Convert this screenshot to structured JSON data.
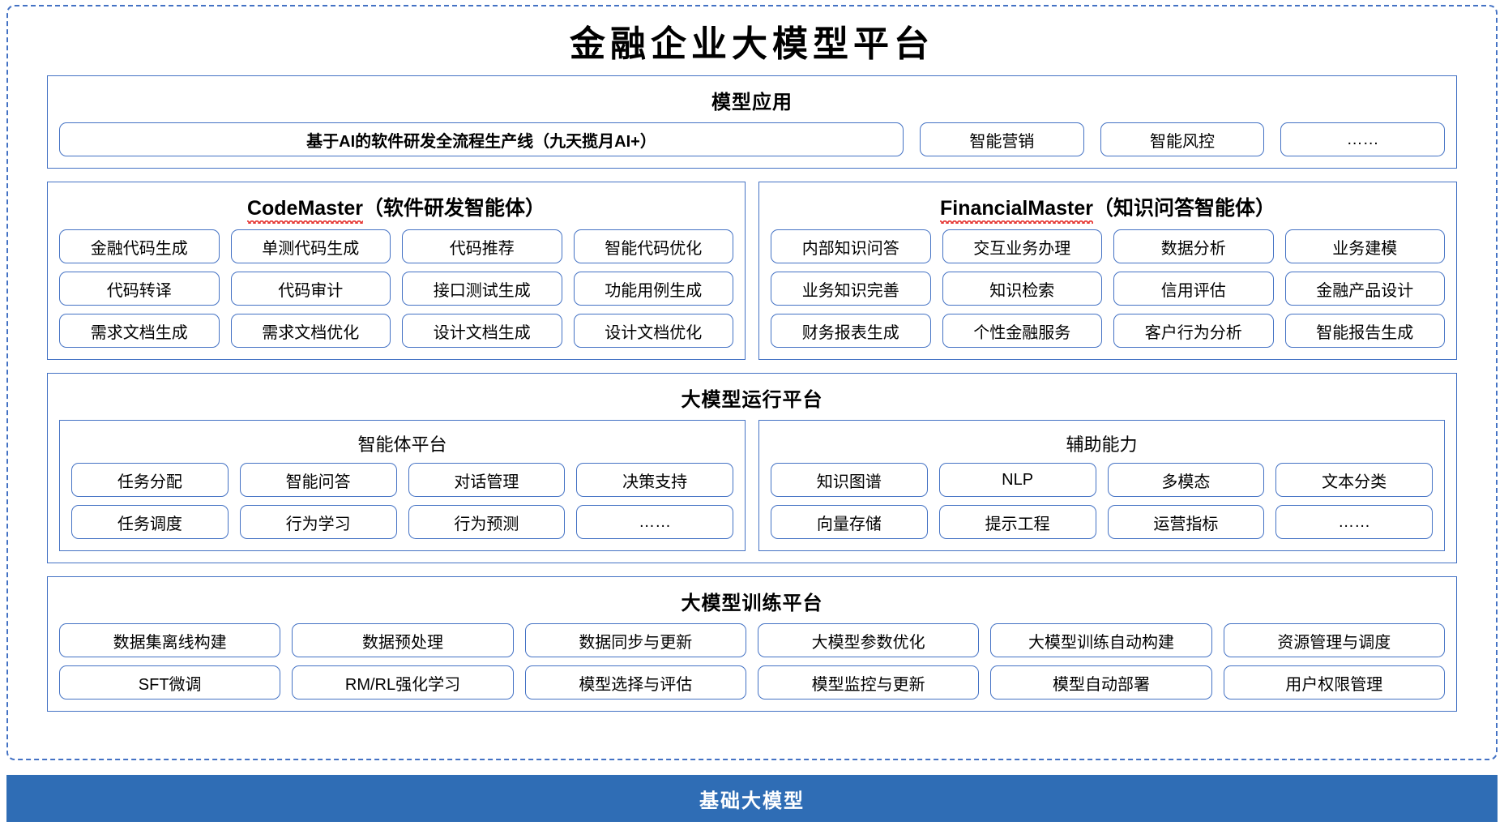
{
  "title": "金融企业大模型平台",
  "base_band": {
    "label": "基础大模型",
    "color": "#2f6db5"
  },
  "accent_color": "#4472c4",
  "sections": {
    "application": {
      "title": "模型应用",
      "main_item": "基于AI的软件研发全流程生产线（九天揽月AI+）",
      "items": [
        "智能营销",
        "智能风控",
        "……"
      ]
    },
    "code_master": {
      "name": "CodeMaster",
      "suffix": "（软件研发智能体）",
      "rows": [
        [
          "金融代码生成",
          "单测代码生成",
          "代码推荐",
          "智能代码优化"
        ],
        [
          "代码转译",
          "代码审计",
          "接口测试生成",
          "功能用例生成"
        ],
        [
          "需求文档生成",
          "需求文档优化",
          "设计文档生成",
          "设计文档优化"
        ]
      ]
    },
    "financial_master": {
      "name": "FinancialMaster",
      "suffix": "（知识问答智能体）",
      "rows": [
        [
          "内部知识问答",
          "交互业务办理",
          "数据分析",
          "业务建模"
        ],
        [
          "业务知识完善",
          "知识检索",
          "信用评估",
          "金融产品设计"
        ],
        [
          "财务报表生成",
          "个性金融服务",
          "客户行为分析",
          "智能报告生成"
        ]
      ]
    },
    "runtime": {
      "title": "大模型运行平台",
      "agent_platform": {
        "title": "智能体平台",
        "rows": [
          [
            "任务分配",
            "智能问答",
            "对话管理",
            "决策支持"
          ],
          [
            "任务调度",
            "行为学习",
            "行为预测",
            "……"
          ]
        ]
      },
      "assist_capability": {
        "title": "辅助能力",
        "rows": [
          [
            "知识图谱",
            "NLP",
            "多模态",
            "文本分类"
          ],
          [
            "向量存储",
            "提示工程",
            "运营指标",
            "……"
          ]
        ]
      }
    },
    "training": {
      "title": "大模型训练平台",
      "rows": [
        [
          "数据集离线构建",
          "数据预处理",
          "数据同步与更新",
          "大模型参数优化",
          "大模型训练自动构建",
          "资源管理与调度"
        ],
        [
          "SFT微调",
          "RM/RL强化学习",
          "模型选择与评估",
          "模型监控与更新",
          "模型自动部署",
          "用户权限管理"
        ]
      ]
    }
  }
}
